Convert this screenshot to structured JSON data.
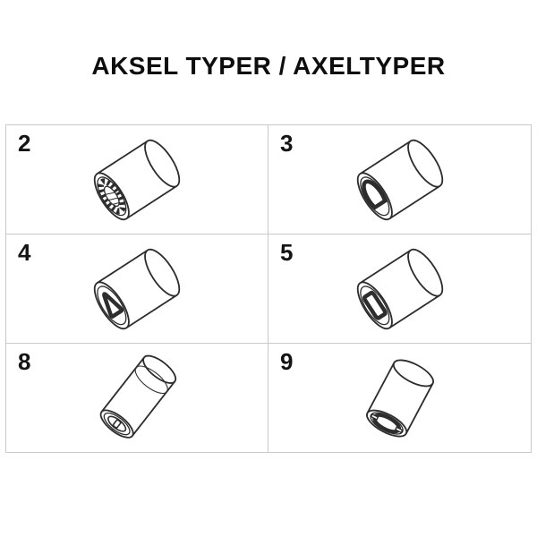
{
  "title": "AKSEL TYPER / AXELTYPER",
  "cells": [
    {
      "number": "2",
      "icon": "spline-bore-axle-icon"
    },
    {
      "number": "3",
      "icon": "d-bore-axle-icon"
    },
    {
      "number": "4",
      "icon": "triangle-bore-axle-icon"
    },
    {
      "number": "5",
      "icon": "square-bore-axle-icon"
    },
    {
      "number": "8",
      "icon": "slot-bore-axle-icon"
    },
    {
      "number": "9",
      "icon": "notched-bore-axle-icon"
    }
  ]
}
